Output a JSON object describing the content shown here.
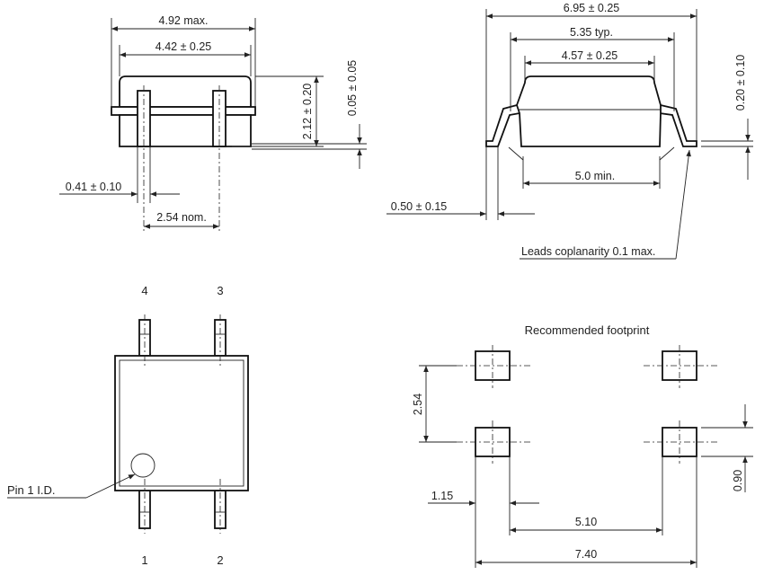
{
  "side_view": {
    "body_max": "4.92 max.",
    "body_width": "4.42 ± 0.25",
    "lead_width": "0.41 ± 0.10",
    "pitch": "2.54 nom.",
    "height": "2.12 ± 0.20",
    "standoff": "0.05 ± 0.05"
  },
  "end_view": {
    "overall": "6.95 ± 0.25",
    "typ": "5.35 typ.",
    "body_width": "4.57 ± 0.25",
    "lead_thickness": "0.20 ± 0.10",
    "min_span": "5.0 min.",
    "foot_length": "0.50 ± 0.15",
    "coplanarity": "Leads coplanarity 0.1 max."
  },
  "top_view": {
    "pins": [
      "1",
      "2",
      "3",
      "4"
    ],
    "pin1_id": "Pin 1 I.D."
  },
  "footprint": {
    "title": "Recommended footprint",
    "pitch": "2.54",
    "pad_width": "1.15",
    "inner_span": "5.10",
    "outer_span": "7.40",
    "pad_height": "0.90"
  }
}
